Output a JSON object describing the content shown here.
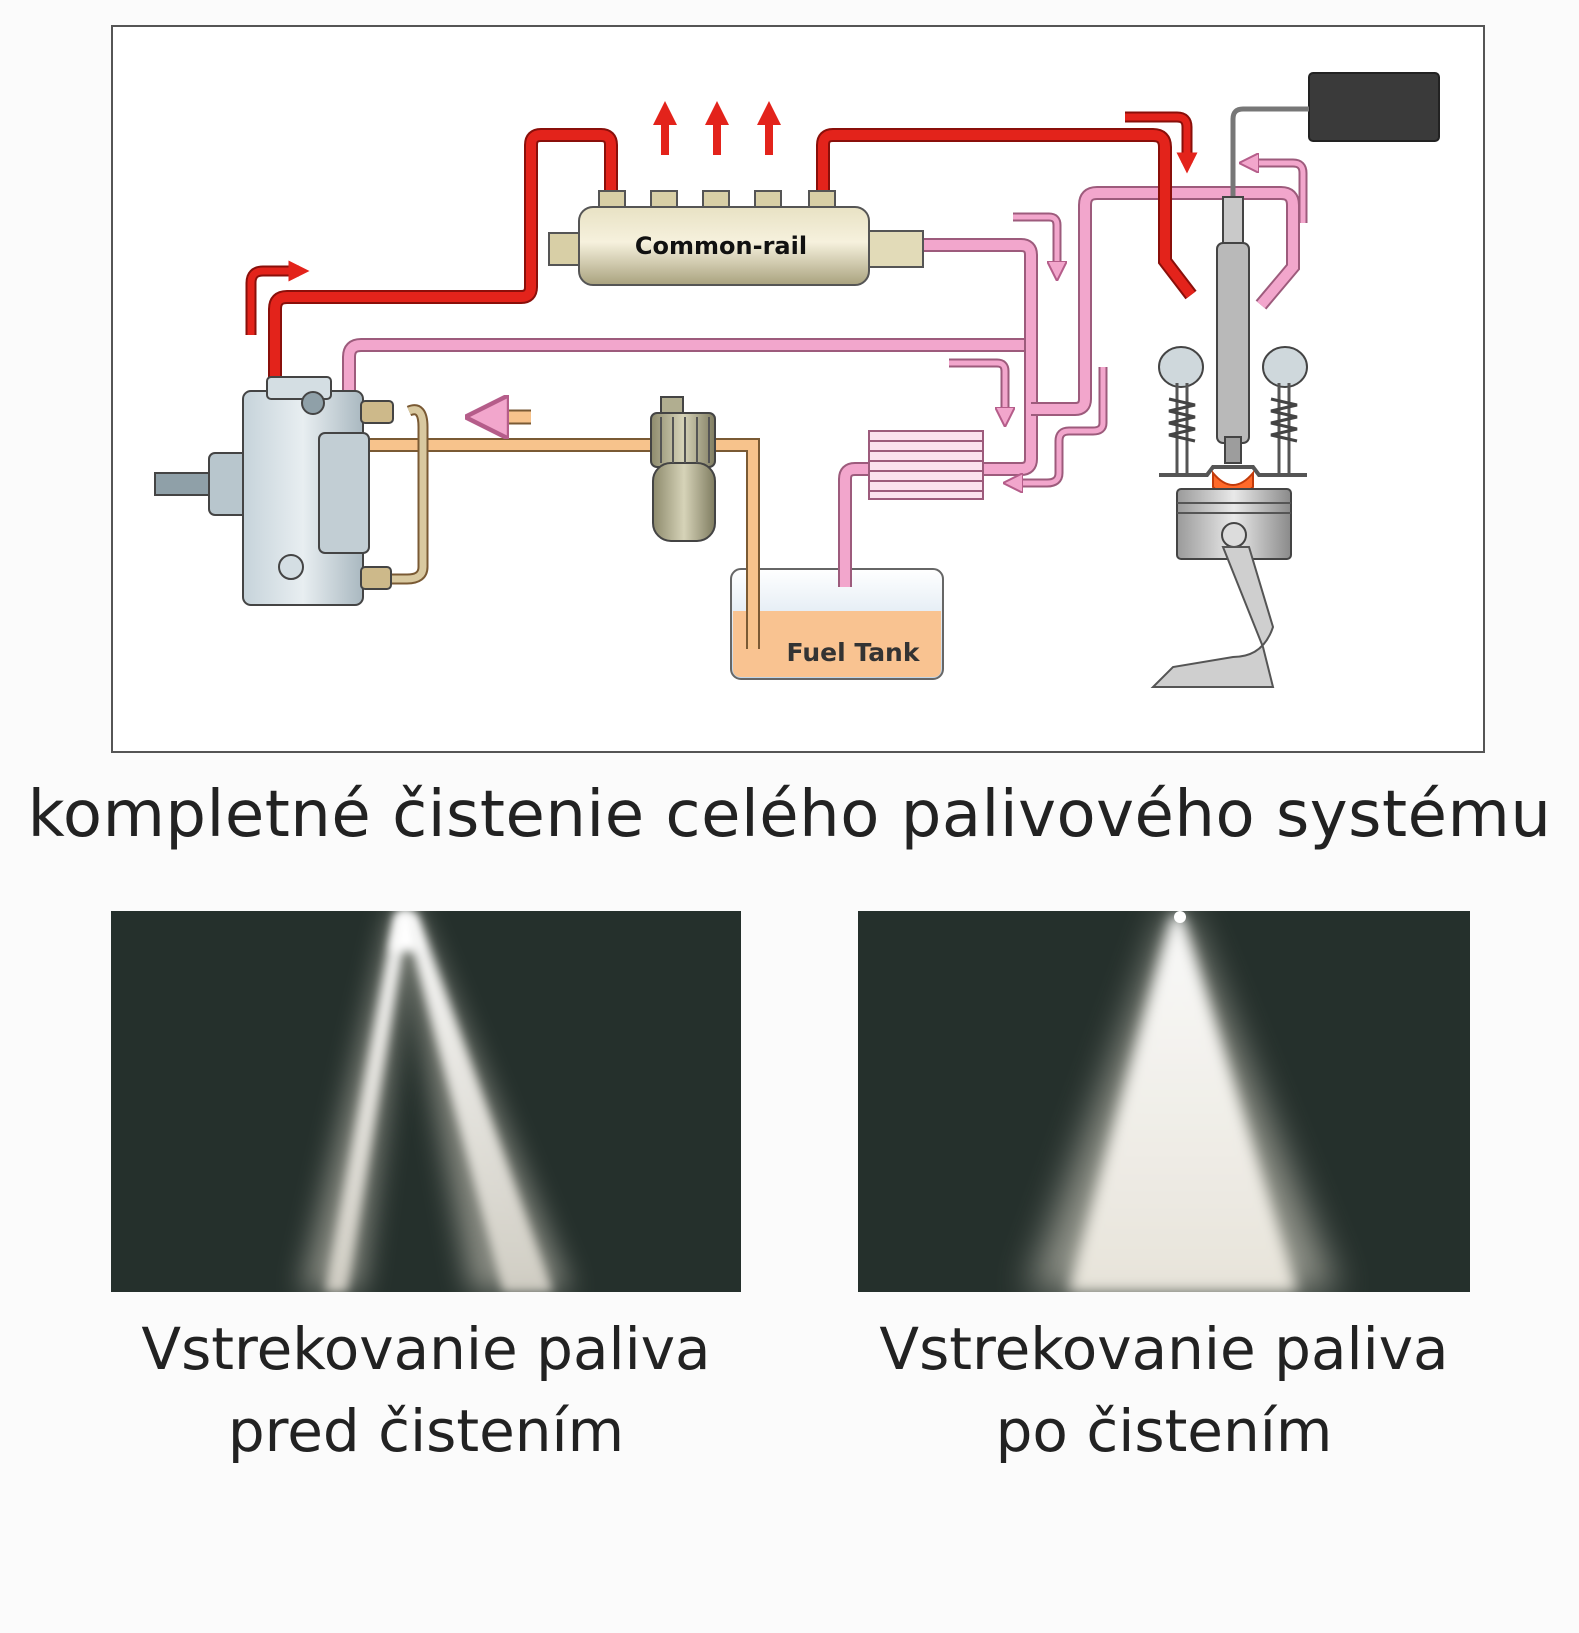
{
  "diagram": {
    "rail_label": "Common-rail",
    "tank_label": "Fuel Tank",
    "colors": {
      "high_pressure": "#e3231b",
      "return_line": "#f2a6cc",
      "supply_line": "#f7c38c",
      "fuel": "#f9c391"
    }
  },
  "caption": "kompletné čistenie celého palivového systému",
  "photos": [
    {
      "line1": "Vstrekovanie paliva",
      "line2": "pred čistením"
    },
    {
      "line1": "Vstrekovanie paliva",
      "line2": "po čistením"
    }
  ]
}
